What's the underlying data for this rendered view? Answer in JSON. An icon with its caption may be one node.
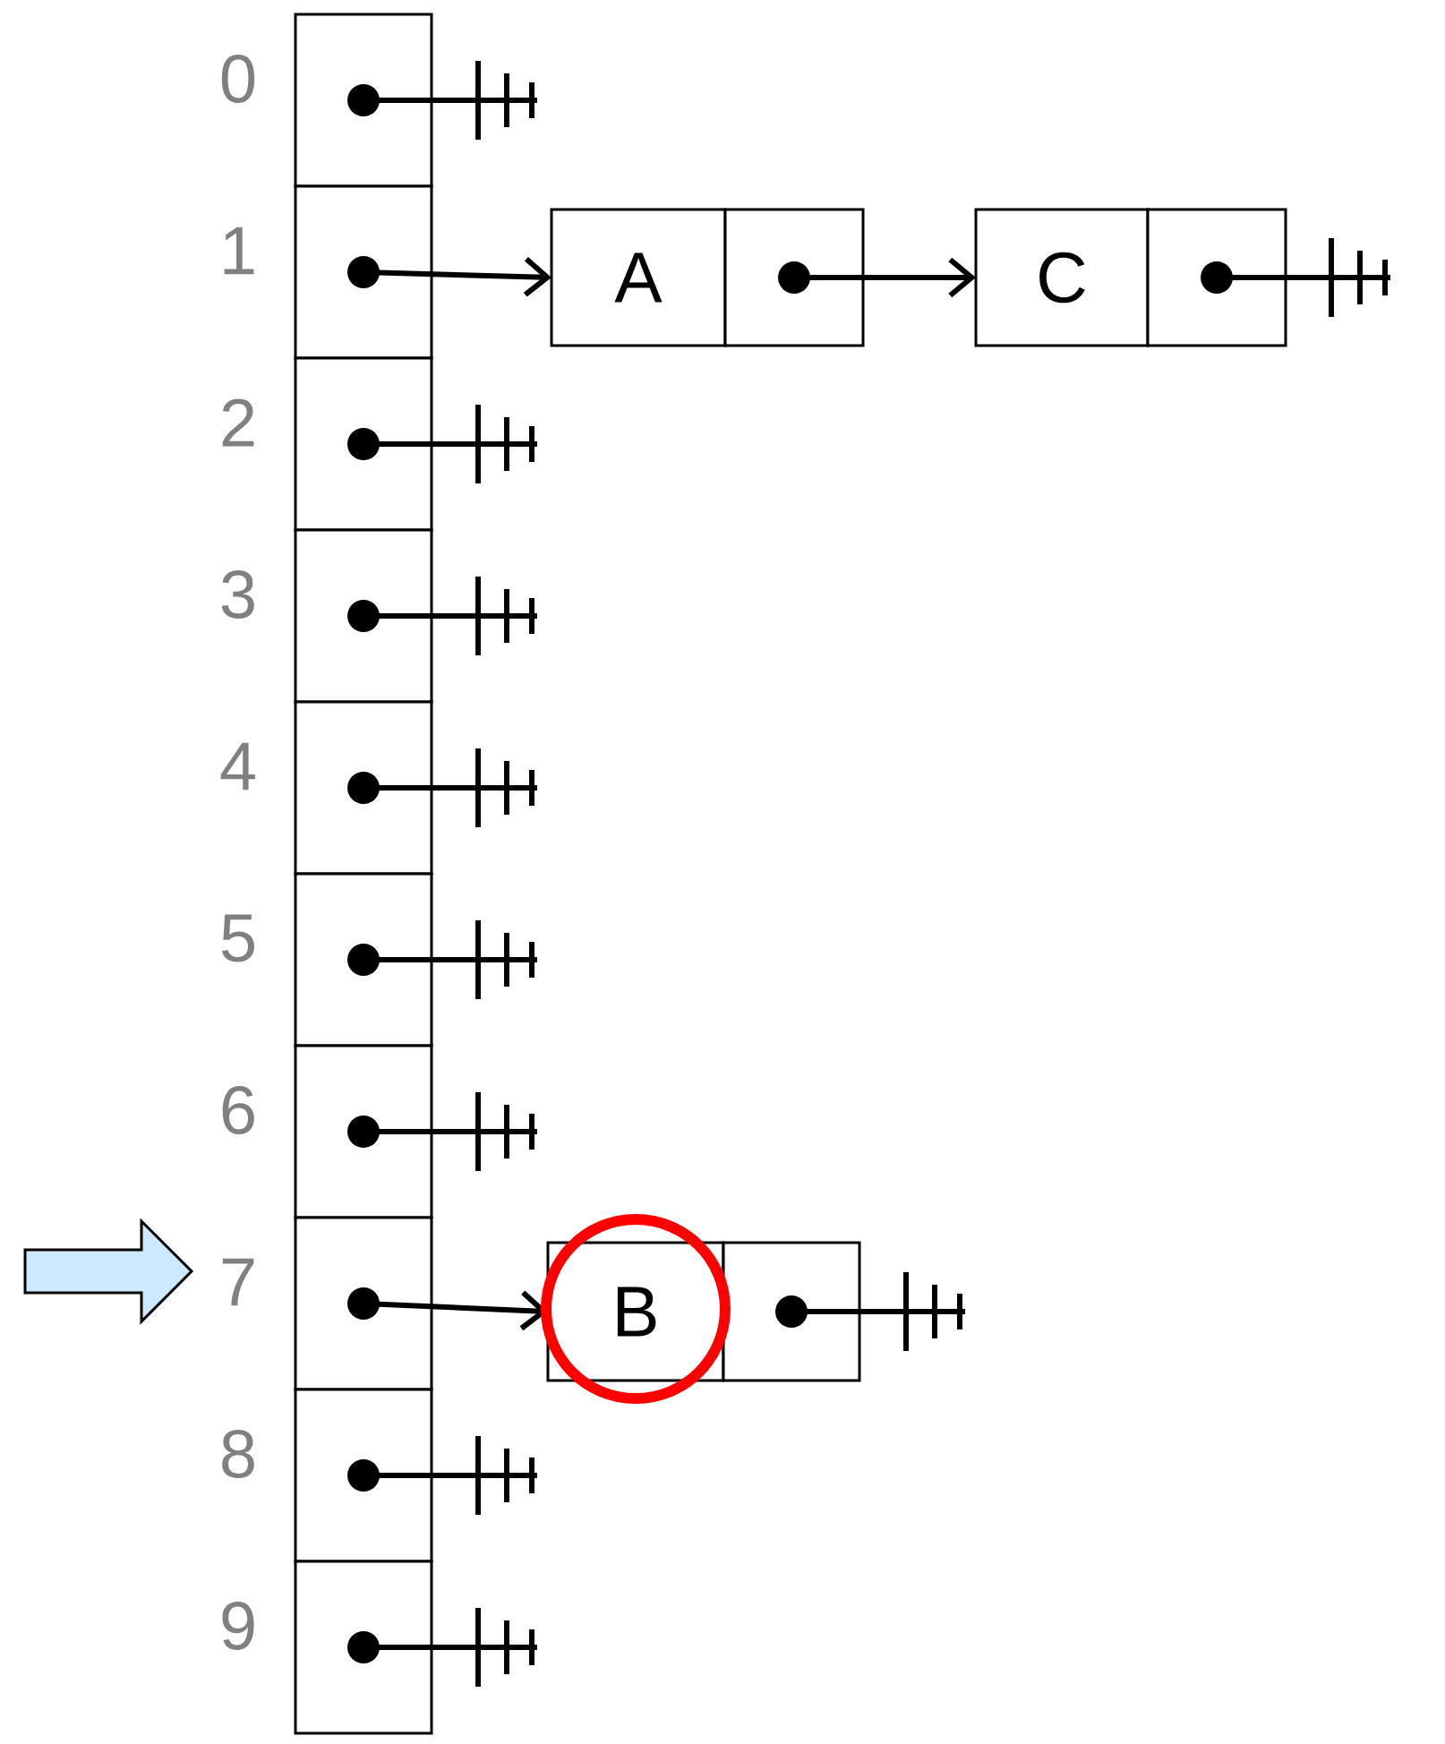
{
  "diagram": {
    "nodes": [
      {
        "text": [],
        "shape": "box",
        "beside": [
          "0"
        ]
      },
      {
        "text": [],
        "shape": "box",
        "beside": [
          "1"
        ]
      },
      {
        "text": [],
        "shape": "box",
        "beside": [
          "2"
        ]
      },
      {
        "text": [],
        "shape": "box",
        "beside": [
          "3"
        ]
      },
      {
        "text": [],
        "shape": "box",
        "beside": [
          "4"
        ]
      },
      {
        "text": [],
        "shape": "box",
        "beside": [
          "5"
        ]
      },
      {
        "text": [],
        "shape": "box",
        "beside": [
          "6"
        ]
      },
      {
        "text": [],
        "shape": "box",
        "beside": [
          "7"
        ]
      },
      {
        "text": [],
        "shape": "box",
        "beside": [
          "8"
        ]
      },
      {
        "text": [],
        "shape": "box",
        "beside": [
          "9"
        ]
      },
      {
        "text": [
          "A"
        ]
      },
      {
        "text": [],
        "shape": "box"
      },
      {
        "text": [
          "C"
        ]
      },
      {
        "text": [],
        "shape": "box"
      },
      {
        "text": [
          "B"
        ]
      },
      {
        "text": [],
        "shape": "box"
      }
    ],
    "edges": [
      {
        "from": 0,
        "to": null,
        "arrow": "other"
      },
      {
        "from": 1,
        "to": 10,
        "arrow": "to"
      },
      {
        "from": 11,
        "to": 12,
        "arrow": "to"
      },
      {
        "from": 13,
        "to": null,
        "arrow": "other"
      },
      {
        "from": 2,
        "to": null,
        "arrow": "other"
      },
      {
        "from": 3,
        "to": null,
        "arrow": "other"
      },
      {
        "from": 4,
        "to": null,
        "arrow": "other"
      },
      {
        "from": 5,
        "to": null,
        "arrow": "other"
      },
      {
        "from": 6,
        "to": null,
        "arrow": "other"
      },
      {
        "from": 7,
        "to": 14,
        "arrow": "to"
      },
      {
        "from": 15,
        "to": null,
        "arrow": "other"
      },
      {
        "from": 8,
        "to": null,
        "arrow": "other"
      },
      {
        "from": 9,
        "to": null,
        "arrow": "other"
      }
    ]
  }
}
